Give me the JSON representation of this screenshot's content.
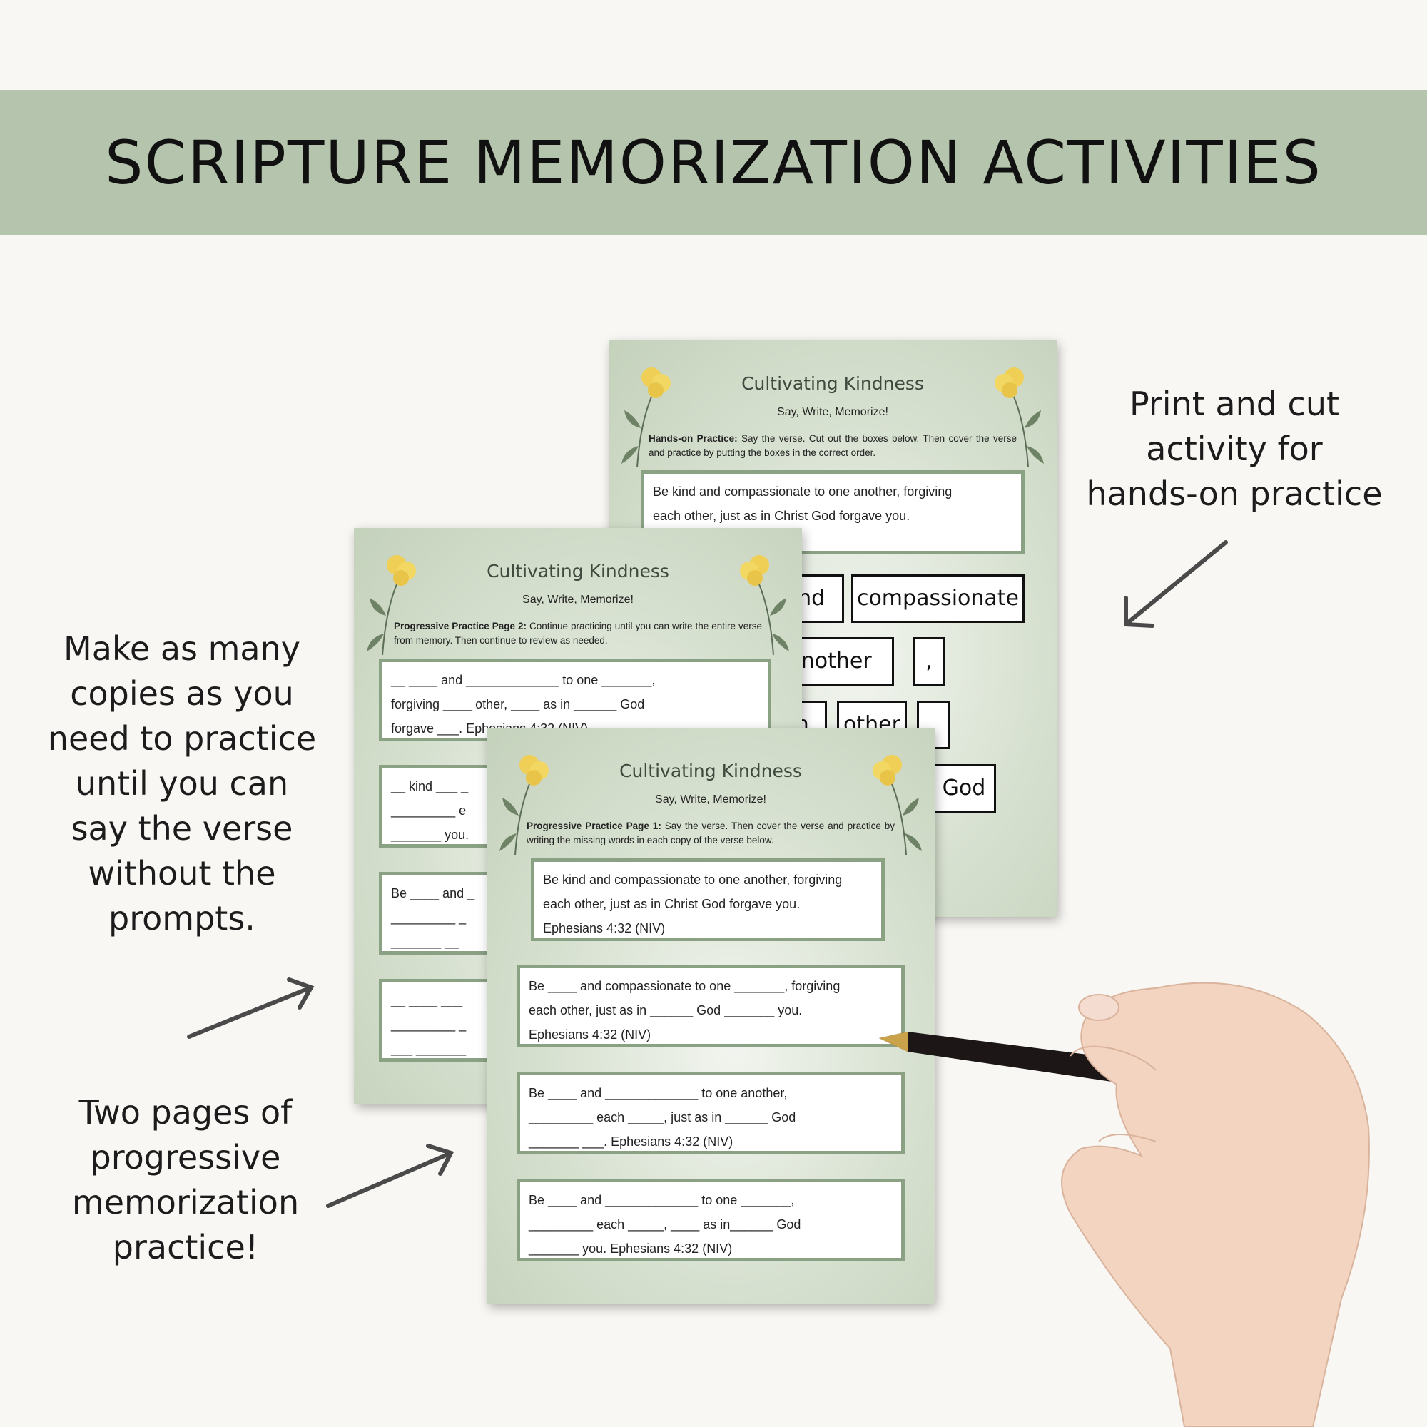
{
  "banner": {
    "title": "SCRIPTURE MEMORIZATION ACTIVITIES"
  },
  "captions": {
    "right": [
      "Print and cut",
      "activity for",
      "hands-on practice"
    ],
    "left": [
      "Make as many",
      "copies as you",
      "need to practice",
      "until you can",
      "say the verse",
      "without the",
      "prompts."
    ],
    "bottom": [
      "Two pages of",
      "progressive",
      "memorization",
      "practice!"
    ]
  },
  "worksheets": {
    "hands_on": {
      "title": "Cultivating Kindness",
      "subtitle": "Say, Write, Memorize!",
      "instruction_label": "Hands-on Practice:",
      "instruction_text": " Say the verse. Cut out the boxes below. Then cover the verse and practice by putting the boxes in the correct order.",
      "verse_lines": [
        "Be kind and compassionate to one another, forgiving",
        "each other, just as in Christ God forgave you."
      ],
      "tiles": [
        "and",
        "compassionate",
        "another",
        ",",
        "ch",
        "other",
        ",",
        "God"
      ]
    },
    "page_two": {
      "title": "Cultivating Kindness",
      "subtitle": "Say, Write, Memorize!",
      "instruction_label": "Progressive Practice Page 2:",
      "instruction_text": " Continue practicing until you can write the entire verse from memory. Then continue to review as needed.",
      "boxes": [
        [
          "__ ____ and _____________ to one _______,",
          "forgiving ____ other, ____ as in ______ God",
          "forgave ___.  Ephesians 4:32 (NIV)"
        ],
        [
          "__ kind ___ _",
          "_________ e",
          "_______ you."
        ],
        [
          "Be ____ and _",
          "_________  _",
          "_______  __"
        ],
        [
          "__ ____ ___",
          "_________  _",
          "___ _______"
        ]
      ]
    },
    "page_one": {
      "title": "Cultivating Kindness",
      "subtitle": "Say, Write, Memorize!",
      "instruction_label": "Progressive Practice Page 1:",
      "instruction_text": " Say the verse. Then cover the verse and practice by writing the missing words in each copy of the verse below.",
      "verse_box": [
        "Be kind and compassionate to one another, forgiving",
        "each other, just as in Christ God forgave you.",
        "Ephesians 4:32 (NIV)"
      ],
      "boxes": [
        [
          "Be ____ and compassionate to one _______, forgiving",
          "each other, just as in ______ God _______ you.",
          "Ephesians 4:32 (NIV)"
        ],
        [
          "Be ____ and _____________ to one another,",
          "_________ each _____, just as in ______ God",
          "_______ ___.   Ephesians 4:32 (NIV)"
        ],
        [
          "Be ____ and _____________ to one _______,",
          "_________ each _____, ____ as in______ God",
          "_______ you.   Ephesians 4:32 (NIV)"
        ]
      ]
    }
  },
  "colors": {
    "banner": "#b5c4ac",
    "background": "#f8f7f3",
    "box_border": "#8aa184",
    "flower": "#efcf55"
  },
  "icons": {
    "arrows": "arrow-icon",
    "flowers": "flower-icon",
    "hand": "hand-with-pen"
  }
}
